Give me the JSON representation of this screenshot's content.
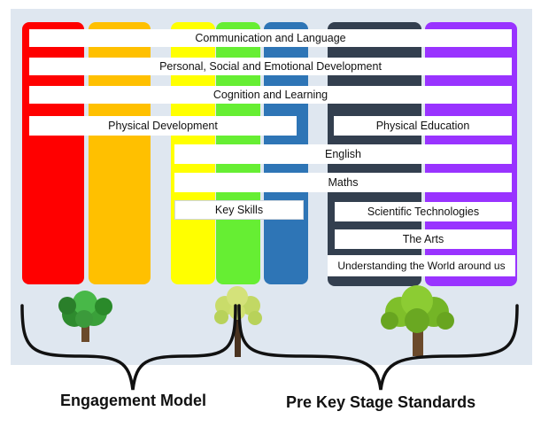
{
  "bars": {
    "communication": "Communication and Language",
    "psed": "Personal, Social and Emotional Development",
    "cognition": "Cognition and Learning",
    "physical_dev": "Physical Development",
    "physical_ed": "Physical Education",
    "english": "English",
    "maths": "Maths",
    "key_skills": "Key Skills",
    "scientific": "Scientific Technologies",
    "arts": "The Arts",
    "world": "Understanding the World around us"
  },
  "labels": {
    "engagement": "Engagement Model",
    "pre_key": "Pre Key Stage Standards"
  },
  "colors": {
    "red": "#ff0000",
    "orange": "#ffc000",
    "yellow": "#ffff00",
    "green": "#66ee33",
    "blue": "#2e75b6",
    "dark": "#333f4f",
    "purple": "#9933ff"
  }
}
